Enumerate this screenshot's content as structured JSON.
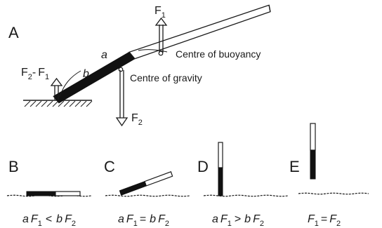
{
  "panels": {
    "A": {
      "letter": "A",
      "labels": {
        "f1_main": "F",
        "f1_sub": "1",
        "f2_main": "F",
        "f2_sub": "2",
        "left_f2": "F",
        "left_f2_sub": "2",
        "left_dash": "-",
        "left_f1": "F",
        "left_f1_sub": "1",
        "arm_a": "a",
        "arm_b": "b",
        "buoyancy": "Centre of buoyancy",
        "gravity": "Centre of gravity"
      }
    },
    "B": {
      "letter": "B",
      "eq": {
        "p1": "a",
        "p2": "F",
        "p3": "1",
        "op": "<",
        "p4": "b",
        "p5": "F",
        "p6": "2"
      }
    },
    "C": {
      "letter": "C",
      "eq": {
        "p1": "a",
        "p2": "F",
        "p3": "1",
        "op": "=",
        "p4": "b",
        "p5": "F",
        "p6": "2"
      }
    },
    "D": {
      "letter": "D",
      "eq": {
        "p1": "a",
        "p2": "F",
        "p3": "1",
        "op": ">",
        "p4": "b",
        "p5": "F",
        "p6": "2"
      }
    },
    "E": {
      "letter": "E",
      "eq": {
        "p1": "",
        "p2": "F",
        "p3": "1",
        "op": "=",
        "p4": "",
        "p5": "F",
        "p6": "2"
      }
    }
  },
  "colors": {
    "ink": "#1a1a1a",
    "dark_segment": "#111111",
    "light_segment": "#ffffff"
  }
}
